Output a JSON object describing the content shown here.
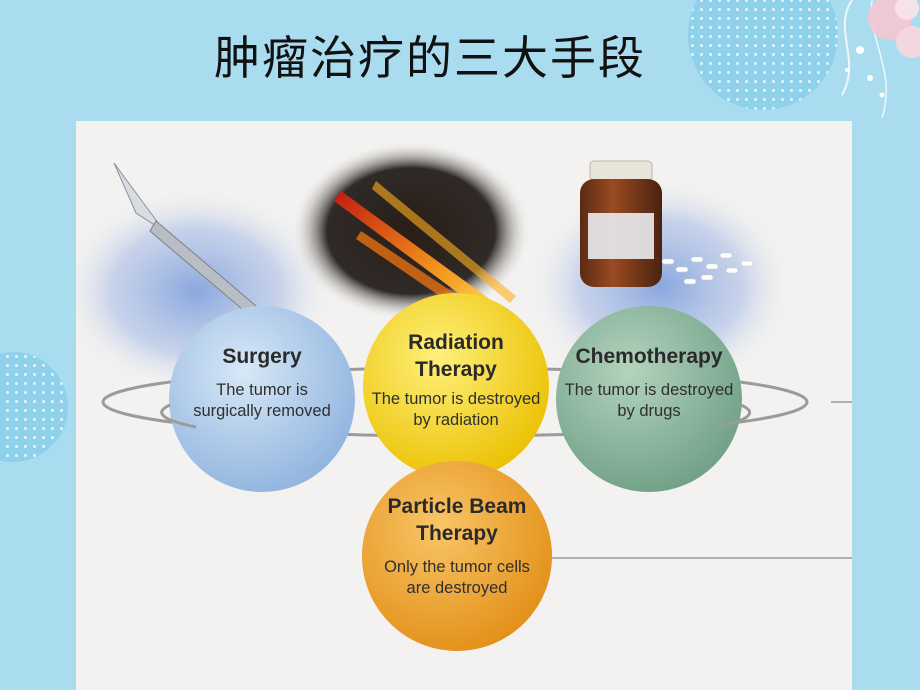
{
  "title": "肿瘤治疗的三大手段",
  "colors": {
    "background": "#a9dcef",
    "surgery": "#a9cbe8",
    "radiation": "#f4cf0e",
    "chemotherapy": "#7fae93",
    "particle": "#eda22b"
  },
  "icons": {
    "surgery": "scalpel-icon",
    "radiation": "radiation-beam-icon",
    "chemotherapy": "medicine-bottle-icon"
  },
  "therapies": {
    "surgery": {
      "heading": [
        "Surgery"
      ],
      "desc": [
        "The tumor is",
        "surgically removed"
      ]
    },
    "radiation": {
      "heading": [
        "Radiation",
        "Therapy"
      ],
      "desc": [
        "The tumor is destroyed",
        "by radiation"
      ]
    },
    "chemotherapy": {
      "heading": [
        "Chemotherapy"
      ],
      "desc": [
        "The tumor is destroyed",
        "by drugs"
      ]
    },
    "particle": {
      "heading": [
        "Particle Beam",
        "Therapy"
      ],
      "desc": [
        "Only the tumor cells",
        "are destroyed"
      ]
    }
  }
}
